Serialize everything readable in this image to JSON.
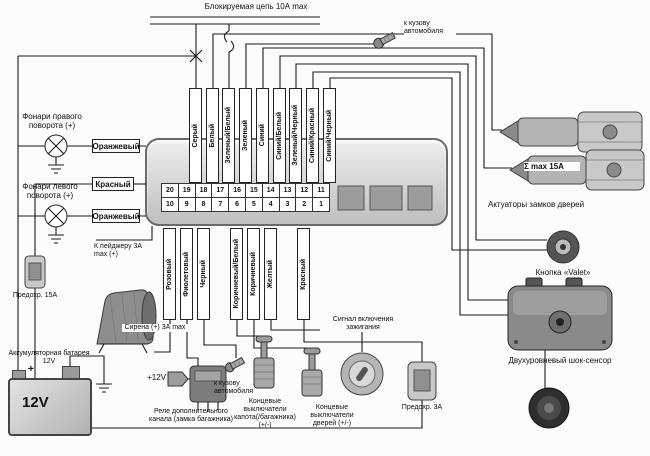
{
  "palette": {
    "wire": "#1a1a1a",
    "unit_gray": "#d6d6d6",
    "metal_gray": "#9a9a9a"
  },
  "top": {
    "blocked_circuit": "Блокируемая цепь 10А max",
    "to_body": "к кузову автомобиля"
  },
  "unit": {
    "pins_top": [
      "20",
      "19",
      "18",
      "17",
      "16",
      "15",
      "14",
      "13",
      "12",
      "11"
    ],
    "pins_bottom": [
      "10",
      "9",
      "8",
      "7",
      "6",
      "5",
      "4",
      "3",
      "2",
      "1"
    ]
  },
  "wires_top": [
    "Серый",
    "Белый",
    "Зеленый/Белый",
    "Зеленый",
    "Синий",
    "Синий/Белый",
    "Зеленый/Черный",
    "Синий/Красный",
    "Синий/Черный"
  ],
  "wires_bottom": [
    "Розовый",
    "Фиолетовый",
    "Черный",
    "Коричневый/Белый",
    "Коричневый",
    "Желтый",
    "Красный"
  ],
  "left": {
    "right_turn": "Фонари правого поворота (+)",
    "orange_top": "Оранжевый",
    "red": "Красный",
    "left_turn": "Фонари левого поворота (+)",
    "orange_bottom": "Оранжевый",
    "pager": "К пейджеру 3А max (+)",
    "fuse_15a": "Предохр. 15А",
    "battery_caption": "Аккумуляторная батарея 12V",
    "battery_voltage": "12V",
    "battery_plus": "+"
  },
  "bottom": {
    "siren": "Сирена (+) 3А max",
    "plus_12v": "+12V",
    "to_body": "к кузову автомобиля",
    "relay": "Реле дополнительного канала (замка багажника)",
    "hood_switches": "Концевые выключатели капота(/багажника) (+/-)",
    "door_switches": "Концевые выключатели дверей (+/-)",
    "ignition_signal": "Сигнал включения зажигания",
    "fuse_3a": "Предохр. 3А"
  },
  "right": {
    "sum_current": "Σ max 15A",
    "actuators": "Актуаторы замков дверей",
    "valet": "Кнопка «Valet»",
    "shock_sensor": "Двухуровневый шок-сенсор"
  }
}
